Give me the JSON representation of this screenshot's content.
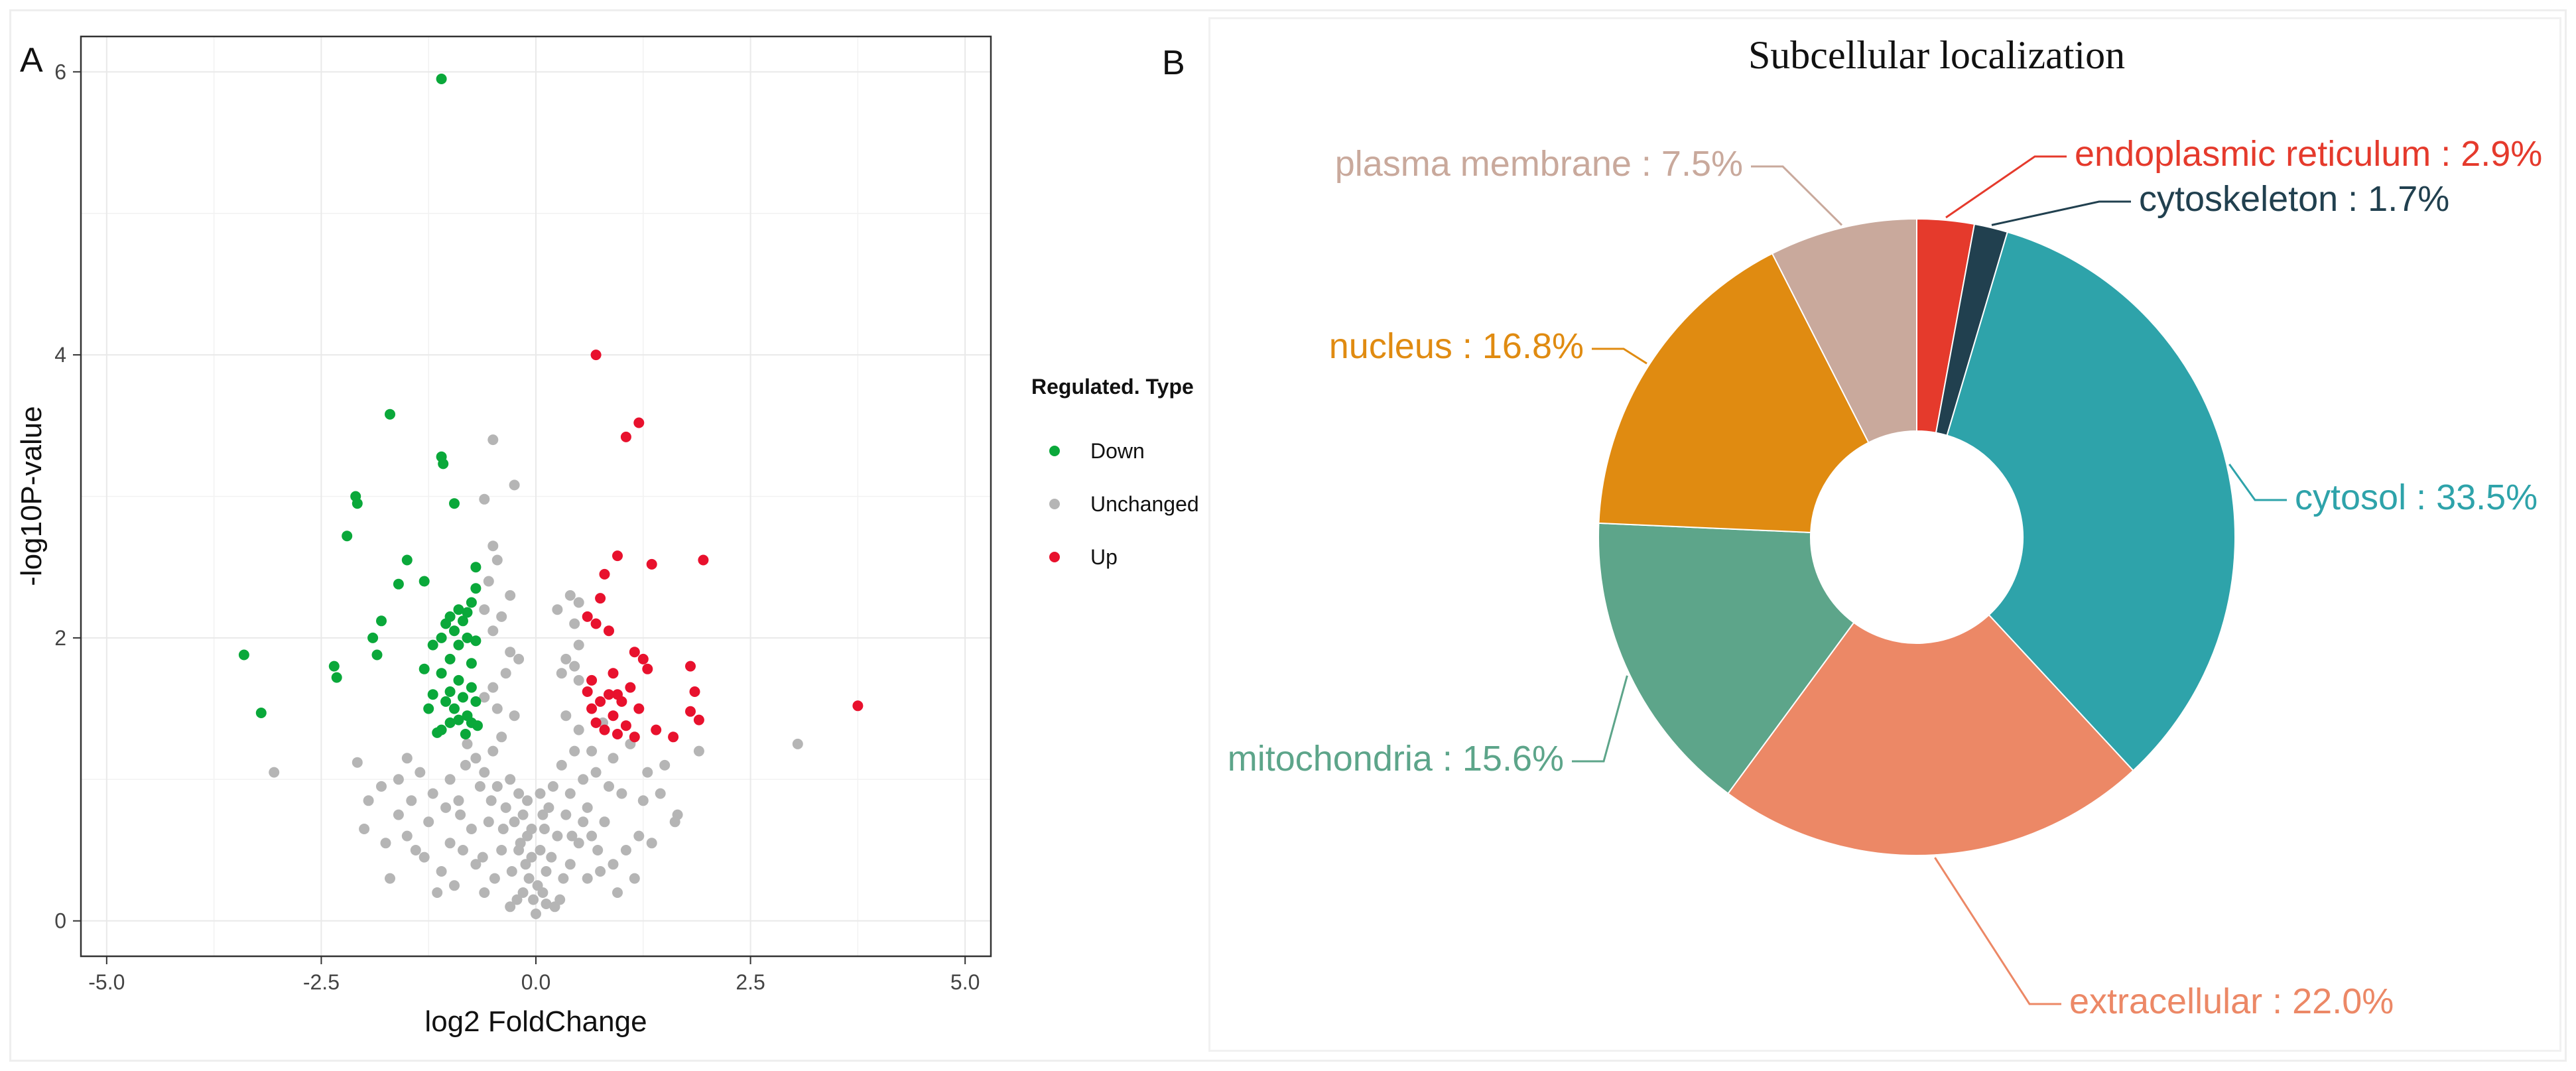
{
  "panel_a": {
    "label": "A",
    "legend": {
      "title": "Regulated. Type",
      "items": [
        {
          "name": "Down",
          "color": "#0aa83a"
        },
        {
          "name": "Unchanged",
          "color": "#b5b5b5"
        },
        {
          "name": "Up",
          "color": "#e8112d"
        }
      ]
    }
  },
  "panel_b": {
    "label": "B"
  },
  "chart_data": [
    {
      "type": "scatter",
      "title": "",
      "xlabel": "log2 FoldChange",
      "ylabel": "-log10P-value",
      "xlim": [
        -5.3,
        5.3
      ],
      "ylim": [
        -0.25,
        6.25
      ],
      "xticks": [
        -5,
        -2.5,
        0,
        2.5,
        5
      ],
      "xtick_labels": [
        "-5.0",
        "-2.5",
        "0.0",
        "2.5",
        "5.0"
      ],
      "yticks": [
        0,
        2,
        4,
        6
      ],
      "ytick_labels": [
        "0",
        "2",
        "4",
        "6"
      ],
      "grid": true,
      "legend_position": "right",
      "series": [
        {
          "name": "Down",
          "color": "#0aa83a",
          "points": [
            [
              -1.1,
              5.95
            ],
            [
              -1.7,
              3.58
            ],
            [
              -1.1,
              3.28
            ],
            [
              -1.08,
              3.23
            ],
            [
              -2.1,
              3.0
            ],
            [
              -2.08,
              2.95
            ],
            [
              -0.95,
              2.95
            ],
            [
              -2.2,
              2.72
            ],
            [
              -1.5,
              2.55
            ],
            [
              -0.7,
              2.5
            ],
            [
              -1.3,
              2.4
            ],
            [
              -1.6,
              2.38
            ],
            [
              -0.7,
              2.35
            ],
            [
              -0.75,
              2.25
            ],
            [
              -0.9,
              2.2
            ],
            [
              -0.8,
              2.18
            ],
            [
              -1.0,
              2.15
            ],
            [
              -0.85,
              2.12
            ],
            [
              -1.05,
              2.1
            ],
            [
              -0.95,
              2.05
            ],
            [
              -1.1,
              2.0
            ],
            [
              -0.8,
              2.0
            ],
            [
              -0.7,
              1.98
            ],
            [
              -0.9,
              1.95
            ],
            [
              -1.2,
              1.95
            ],
            [
              -1.8,
              2.12
            ],
            [
              -1.9,
              2.0
            ],
            [
              -1.85,
              1.88
            ],
            [
              -1.0,
              1.85
            ],
            [
              -0.75,
              1.82
            ],
            [
              -3.4,
              1.88
            ],
            [
              -2.35,
              1.8
            ],
            [
              -2.32,
              1.72
            ],
            [
              -1.3,
              1.78
            ],
            [
              -1.1,
              1.75
            ],
            [
              -0.9,
              1.7
            ],
            [
              -0.75,
              1.65
            ],
            [
              -1.0,
              1.62
            ],
            [
              -1.2,
              1.6
            ],
            [
              -0.85,
              1.58
            ],
            [
              -1.05,
              1.55
            ],
            [
              -0.7,
              1.55
            ],
            [
              -0.95,
              1.5
            ],
            [
              -1.25,
              1.5
            ],
            [
              -0.8,
              1.45
            ],
            [
              -3.2,
              1.47
            ],
            [
              -0.9,
              1.42
            ],
            [
              -1.0,
              1.4
            ],
            [
              -0.75,
              1.4
            ],
            [
              -0.68,
              1.38
            ],
            [
              -1.1,
              1.35
            ],
            [
              -1.15,
              1.33
            ],
            [
              -0.82,
              1.32
            ]
          ]
        },
        {
          "name": "Unchanged",
          "color": "#b5b5b5",
          "points": [
            [
              -0.5,
              3.4
            ],
            [
              -0.25,
              3.08
            ],
            [
              -0.6,
              2.98
            ],
            [
              -0.5,
              2.65
            ],
            [
              -0.45,
              2.55
            ],
            [
              -0.55,
              2.4
            ],
            [
              -0.3,
              2.3
            ],
            [
              -0.6,
              2.2
            ],
            [
              -0.4,
              2.15
            ],
            [
              -0.5,
              2.05
            ],
            [
              0.4,
              2.3
            ],
            [
              0.5,
              2.25
            ],
            [
              0.25,
              2.2
            ],
            [
              0.45,
              2.1
            ],
            [
              0.5,
              1.95
            ],
            [
              0.35,
              1.85
            ],
            [
              0.45,
              1.8
            ],
            [
              0.3,
              1.75
            ],
            [
              0.5,
              1.7
            ],
            [
              -0.3,
              1.9
            ],
            [
              -0.2,
              1.85
            ],
            [
              -0.35,
              1.75
            ],
            [
              -0.5,
              1.65
            ],
            [
              -0.6,
              1.58
            ],
            [
              -0.45,
              1.5
            ],
            [
              -0.25,
              1.45
            ],
            [
              -3.05,
              1.05
            ],
            [
              3.05,
              1.25
            ],
            [
              1.9,
              1.2
            ],
            [
              1.5,
              1.1
            ],
            [
              1.3,
              1.05
            ],
            [
              1.65,
              0.75
            ],
            [
              1.62,
              0.7
            ],
            [
              -1.5,
              1.15
            ],
            [
              -2.08,
              1.12
            ],
            [
              -1.6,
              1.0
            ],
            [
              -1.8,
              0.95
            ],
            [
              -1.95,
              0.85
            ],
            [
              -2.0,
              0.65
            ],
            [
              -1.75,
              0.55
            ],
            [
              -1.5,
              0.6
            ],
            [
              -1.7,
              0.3
            ],
            [
              -1.3,
              0.45
            ],
            [
              -1.2,
              0.9
            ],
            [
              -1.0,
              1.0
            ],
            [
              -0.9,
              0.85
            ],
            [
              -0.8,
              1.25
            ],
            [
              -0.7,
              1.15
            ],
            [
              -0.6,
              1.05
            ],
            [
              -0.5,
              1.2
            ],
            [
              -0.45,
              0.95
            ],
            [
              -0.4,
              1.3
            ],
            [
              -0.35,
              0.8
            ],
            [
              -0.3,
              1.0
            ],
            [
              -0.25,
              0.7
            ],
            [
              -0.2,
              0.9
            ],
            [
              -0.18,
              0.55
            ],
            [
              -0.15,
              0.75
            ],
            [
              -0.12,
              0.4
            ],
            [
              -0.1,
              0.6
            ],
            [
              -0.08,
              0.3
            ],
            [
              -0.05,
              0.45
            ],
            [
              -0.03,
              0.15
            ],
            [
              0.0,
              0.05
            ],
            [
              0.02,
              0.25
            ],
            [
              0.05,
              0.5
            ],
            [
              0.08,
              0.2
            ],
            [
              0.1,
              0.65
            ],
            [
              0.12,
              0.35
            ],
            [
              0.15,
              0.8
            ],
            [
              0.18,
              0.45
            ],
            [
              0.2,
              0.95
            ],
            [
              0.25,
              0.6
            ],
            [
              0.3,
              1.1
            ],
            [
              0.35,
              0.75
            ],
            [
              0.4,
              0.9
            ],
            [
              0.45,
              1.2
            ],
            [
              0.5,
              0.55
            ],
            [
              0.55,
              1.0
            ],
            [
              0.6,
              0.8
            ],
            [
              0.7,
              1.05
            ],
            [
              0.8,
              0.7
            ],
            [
              0.9,
              1.15
            ],
            [
              1.0,
              0.9
            ],
            [
              1.1,
              1.25
            ],
            [
              1.2,
              0.6
            ],
            [
              1.05,
              0.5
            ],
            [
              0.9,
              0.4
            ],
            [
              0.75,
              0.35
            ],
            [
              0.6,
              0.3
            ],
            [
              -0.7,
              0.4
            ],
            [
              -0.85,
              0.5
            ],
            [
              -1.0,
              0.55
            ],
            [
              -1.1,
              0.35
            ],
            [
              -0.95,
              0.25
            ],
            [
              -0.6,
              0.2
            ],
            [
              -0.75,
              0.65
            ],
            [
              -0.55,
              0.7
            ],
            [
              -0.4,
              0.5
            ],
            [
              -0.28,
              0.35
            ],
            [
              -0.22,
              0.15
            ],
            [
              0.28,
              0.15
            ],
            [
              0.32,
              0.3
            ],
            [
              0.4,
              0.4
            ],
            [
              -0.48,
              0.3
            ],
            [
              -0.62,
              0.45
            ],
            [
              -0.88,
              0.75
            ],
            [
              -1.05,
              0.8
            ],
            [
              -1.25,
              0.7
            ],
            [
              -1.4,
              0.5
            ],
            [
              -1.15,
              0.2
            ],
            [
              -0.3,
              0.1
            ],
            [
              0.22,
              0.1
            ],
            [
              -0.15,
              0.2
            ],
            [
              0.12,
              0.12
            ],
            [
              0.65,
              0.6
            ],
            [
              0.85,
              0.95
            ],
            [
              1.25,
              0.85
            ],
            [
              1.35,
              0.55
            ],
            [
              1.45,
              0.9
            ],
            [
              1.15,
              0.3
            ],
            [
              0.95,
              0.2
            ],
            [
              -1.35,
              1.05
            ],
            [
              -1.45,
              0.85
            ],
            [
              0.35,
              1.45
            ],
            [
              0.5,
              1.35
            ],
            [
              0.65,
              1.2
            ],
            [
              0.78,
              1.4
            ],
            [
              -0.82,
              1.1
            ],
            [
              -0.65,
              0.95
            ],
            [
              -0.52,
              0.85
            ],
            [
              -0.38,
              0.65
            ],
            [
              0.72,
              0.5
            ],
            [
              0.55,
              0.7
            ],
            [
              0.42,
              0.6
            ],
            [
              -1.6,
              0.75
            ],
            [
              -0.1,
              0.85
            ],
            [
              0.08,
              0.75
            ],
            [
              -0.05,
              0.65
            ],
            [
              0.05,
              0.9
            ],
            [
              -0.2,
              0.5
            ]
          ]
        },
        {
          "name": "Up",
          "color": "#e8112d",
          "points": [
            [
              0.7,
              4.0
            ],
            [
              1.2,
              3.52
            ],
            [
              1.05,
              3.42
            ],
            [
              1.95,
              2.55
            ],
            [
              1.35,
              2.52
            ],
            [
              0.95,
              2.58
            ],
            [
              0.8,
              2.45
            ],
            [
              0.75,
              2.28
            ],
            [
              0.6,
              2.15
            ],
            [
              0.7,
              2.1
            ],
            [
              0.85,
              2.05
            ],
            [
              1.15,
              1.9
            ],
            [
              1.25,
              1.85
            ],
            [
              1.3,
              1.78
            ],
            [
              0.9,
              1.75
            ],
            [
              0.65,
              1.7
            ],
            [
              1.8,
              1.8
            ],
            [
              1.85,
              1.62
            ],
            [
              1.1,
              1.65
            ],
            [
              0.95,
              1.6
            ],
            [
              0.85,
              1.6
            ],
            [
              1.0,
              1.55
            ],
            [
              0.75,
              1.55
            ],
            [
              1.2,
              1.5
            ],
            [
              0.65,
              1.5
            ],
            [
              0.9,
              1.45
            ],
            [
              1.8,
              1.48
            ],
            [
              1.9,
              1.42
            ],
            [
              0.7,
              1.4
            ],
            [
              1.05,
              1.38
            ],
            [
              0.8,
              1.35
            ],
            [
              1.4,
              1.35
            ],
            [
              1.6,
              1.3
            ],
            [
              0.95,
              1.32
            ],
            [
              1.15,
              1.3
            ],
            [
              3.75,
              1.52
            ],
            [
              0.6,
              1.62
            ]
          ]
        }
      ]
    },
    {
      "type": "pie",
      "title": "Subcellular localization",
      "donut": true,
      "start": "top, clockwise",
      "slices": [
        {
          "label": "endoplasmic reticulum",
          "value": 2.9,
          "text": "endoplasmic reticulum : 2.9%",
          "color": "#e53a2c"
        },
        {
          "label": "cytoskeleton",
          "value": 1.7,
          "text": "cytoskeleton : 1.7%",
          "color": "#21404f"
        },
        {
          "label": "cytosol",
          "value": 33.5,
          "text": "cytosol : 33.5%",
          "color": "#2ea3aa"
        },
        {
          "label": "extracellular",
          "value": 22.0,
          "text": "extracellular : 22.0%",
          "color": "#ec8866"
        },
        {
          "label": "mitochondria",
          "value": 15.6,
          "text": "mitochondria : 15.6%",
          "color": "#5da58a"
        },
        {
          "label": "nucleus",
          "value": 16.8,
          "text": "nucleus : 16.8%",
          "color": "#e08b11"
        },
        {
          "label": "plasma membrane",
          "value": 7.5,
          "text": "plasma membrane : 7.5%",
          "color": "#c9a99c"
        }
      ]
    }
  ]
}
